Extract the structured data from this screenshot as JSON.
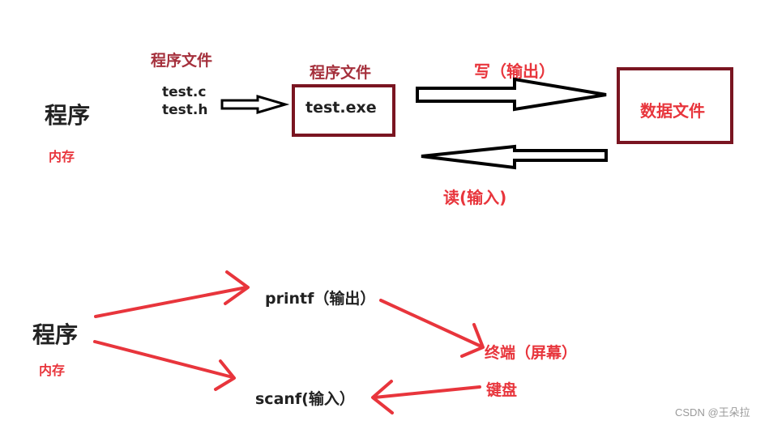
{
  "top": {
    "program": "程序",
    "memory": "内存",
    "source_title": "程序文件",
    "source_file_c": "test.c",
    "source_file_h": "test.h",
    "exe_title": "程序文件",
    "exe_file": "test.exe",
    "write_label": "写（输出）",
    "read_label": "读(输入)",
    "data_file": "数据文件"
  },
  "bottom": {
    "program": "程序",
    "memory": "内存",
    "printf_label": "printf（输出）",
    "scanf_label": "scanf(输入）",
    "terminal_label": "终端（屏幕）",
    "keyboard_label": "键盘"
  },
  "watermark": "CSDN @王朵拉",
  "colors": {
    "text_dark": "#222222",
    "label_red": "#e8353c",
    "title_maroon": "#a5303c",
    "box_border": "#7a1521",
    "arrow_red": "#e8353c",
    "arrow_outline": "#000000"
  }
}
